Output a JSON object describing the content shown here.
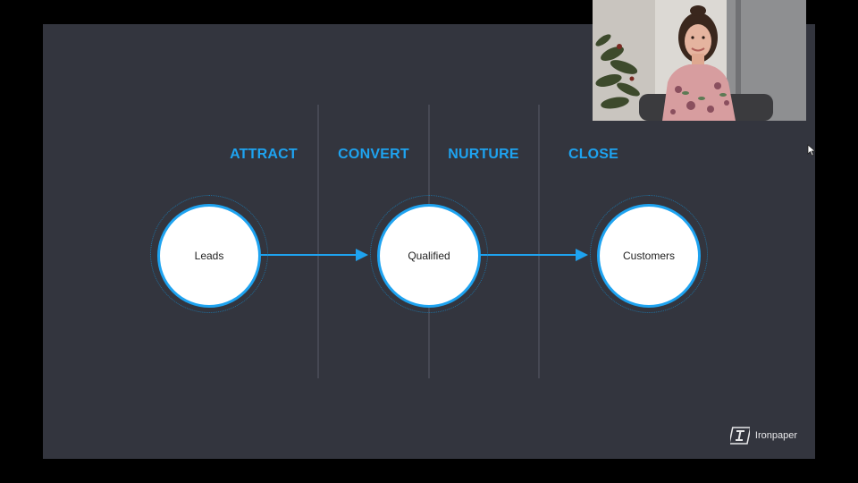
{
  "slide": {
    "stages": [
      {
        "label": "ATTRACT"
      },
      {
        "label": "CONVERT"
      },
      {
        "label": "NURTURE"
      },
      {
        "label": "CLOSE"
      }
    ],
    "nodes": [
      {
        "label": "Leads"
      },
      {
        "label": "Qualified"
      },
      {
        "label": "Customers"
      }
    ],
    "brand": {
      "name": "Ironpaper",
      "icon": "ironpaper-logo-icon"
    }
  },
  "colors": {
    "accent": "#1ea3f0",
    "slide_background": "#33353e",
    "divider": "#464853",
    "node_fill": "#ffffff"
  },
  "webcam": {
    "icon": "presenter-video-feed"
  }
}
